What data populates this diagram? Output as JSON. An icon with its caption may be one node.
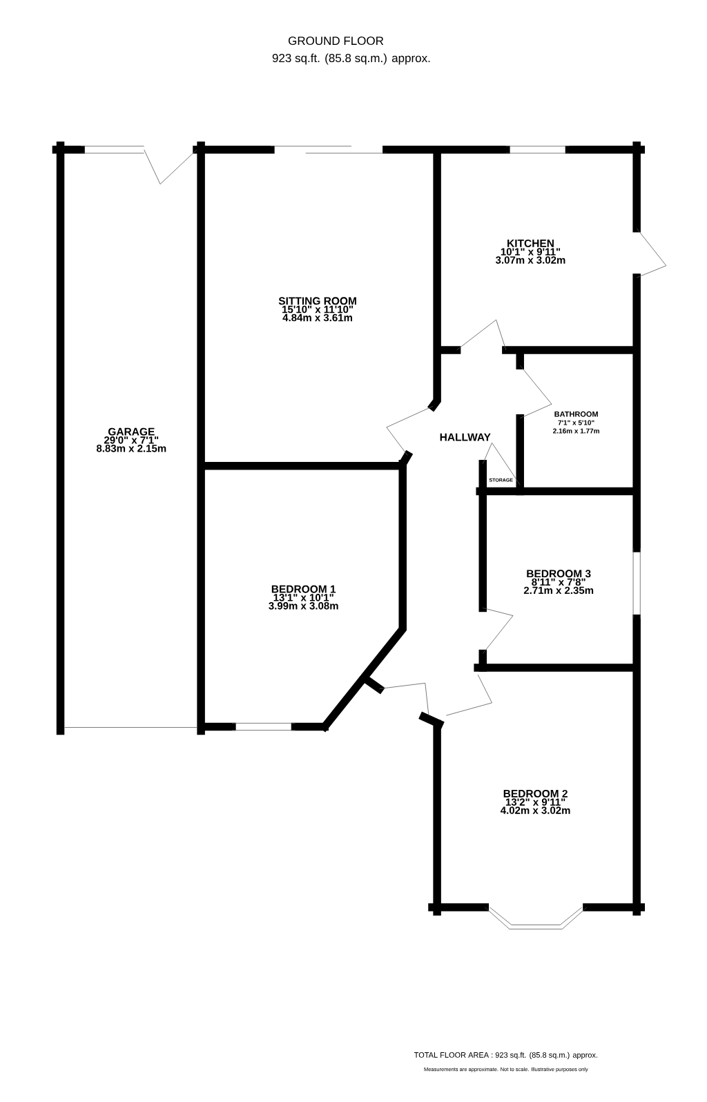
{
  "diagram": {
    "title": "GROUND FLOOR",
    "nodes": [
      {
        "text": [
          "GARAGE",
          "29'0\" x 7'1\"",
          "8.83m x 2.15m"
        ]
      },
      {
        "text": [
          "SITTING ROOM",
          "15'10\" x 11'10\"",
          "4.84m x 3.61m"
        ]
      },
      {
        "text": [
          "KITCHEN",
          "10'1\" x 9'11\"",
          "3.07m x 3.02m"
        ]
      },
      {
        "text": [
          "BATHROOM",
          "7'1\" x 5'10\"",
          "2.16m x 1.77m"
        ]
      },
      {
        "text": [
          "HALLWAY"
        ]
      },
      {
        "text": [
          "STORAGE"
        ]
      },
      {
        "text": [
          "BEDROOM 1",
          "13'1\" x 10'1\"",
          "3.99m x 3.08m"
        ]
      },
      {
        "text": [
          "BEDROOM 3",
          "8'11\" x 7'8\"",
          "2.71m x 2.35m"
        ]
      },
      {
        "text": [
          "BEDROOM 2",
          "13'2\" x 9'11\"",
          "4.02m x 3.02m"
        ]
      }
    ],
    "labels": [
      "923 sq.ft. (85.8 sq.m.) approx.",
      "TOTAL FLOOR AREA : 923 sq.ft. (85.8 sq.m.) approx.",
      "Measurements are approximate.  Not to scale.  Illustrative purposes only"
    ]
  }
}
